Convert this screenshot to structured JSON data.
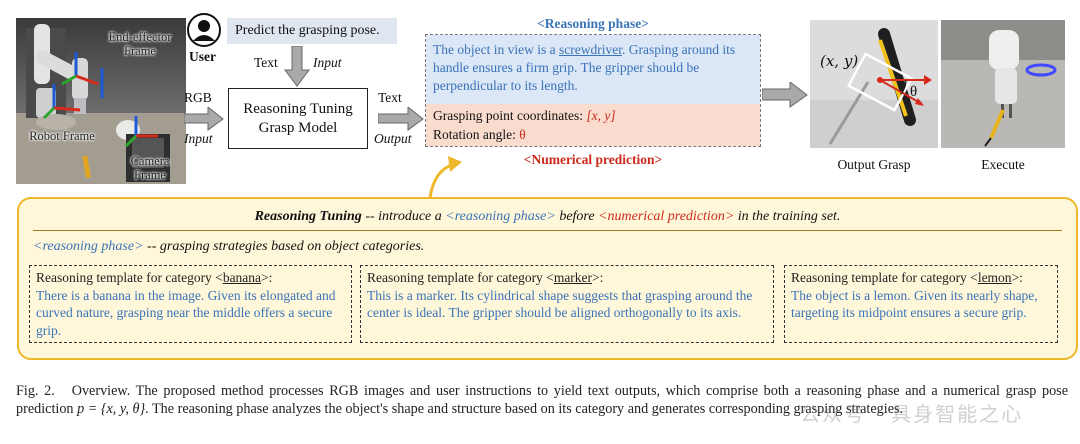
{
  "robot_photo": {
    "labels": {
      "end_effector": "End-effector\nFrame",
      "robot_frame": "Robot Frame",
      "camera_frame": "Camera\nFrame"
    }
  },
  "user": {
    "label": "User",
    "prompt": "Predict the grasping pose."
  },
  "arrows": {
    "text_label": "Text",
    "input_label": "Input",
    "rgb_label": "RGB",
    "rgb_input_label": "Input",
    "out_text_label": "Text",
    "output_label": "Output"
  },
  "model": {
    "line1": "Reasoning Tuning",
    "line2": "Grasp Model"
  },
  "reasoning_phase": {
    "title": "<Reasoning phase>",
    "text_before": "The object in view is a ",
    "object": "screwdriver",
    "text_after": ". Grasping around its handle ensures a firm grip. The gripper should be perpendicular to its length."
  },
  "numerical": {
    "title": "<Numerical prediction>",
    "coord_label": "Grasping point coordinates: ",
    "coord_value": "[x, y]",
    "angle_label": "Rotation angle: ",
    "angle_value": "θ"
  },
  "output_grasp": {
    "caption": "Output Grasp",
    "xy_label": "(x, y)",
    "theta_label": "θ"
  },
  "execute": {
    "caption": "Execute"
  },
  "reasoning_tuning": {
    "title_bold": "Reasoning Tuning",
    "title_mid1": " -- introduce a ",
    "title_tag1": "<reasoning phase>",
    "title_mid2": " before ",
    "title_tag2": "<numerical prediction>",
    "title_end": " in the training set.",
    "sub_tag": "<reasoning phase>",
    "sub_text": " -- grasping strategies based on object categories.",
    "templates": [
      {
        "head_prefix": "Reasoning template for category <",
        "category": "banana",
        "head_suffix": ">:",
        "body": "There is a banana in the image. Given its elongated and curved nature, grasping near the middle offers a secure grip."
      },
      {
        "head_prefix": "Reasoning template for category <",
        "category": "marker",
        "head_suffix": ">:",
        "body": "This is a marker. Its cylindrical shape suggests that grasping around the center is ideal. The gripper should be aligned orthogonally to its axis."
      },
      {
        "head_prefix": "Reasoning template for category <",
        "category": "lemon",
        "head_suffix": ">:",
        "body": "The object is a lemon. Given its nearly shape, targeting its midpoint ensures a secure grip."
      }
    ]
  },
  "caption": {
    "fig": "Fig. 2.",
    "text1": "Overview. The proposed method processes RGB images and user instructions to yield text outputs, which comprise both a reasoning phase and a numerical grasp pose prediction ",
    "math": "p = {x, y, θ}",
    "text2": ". The reasoning phase analyzes the object's shape and structure based on its category and generates corresponding grasping strategies."
  },
  "watermark": "公众号 · 具身智能之心",
  "colors": {
    "reasoning_bg": "#dbe7f6",
    "reasoning_text": "#3a73b8",
    "numerical_bg": "#f9dccd",
    "numerical_text": "#cc2a1d",
    "panel_bg": "#fff7d9",
    "panel_border": "#efb72a",
    "prompt_bg": "#dfe6ef"
  }
}
